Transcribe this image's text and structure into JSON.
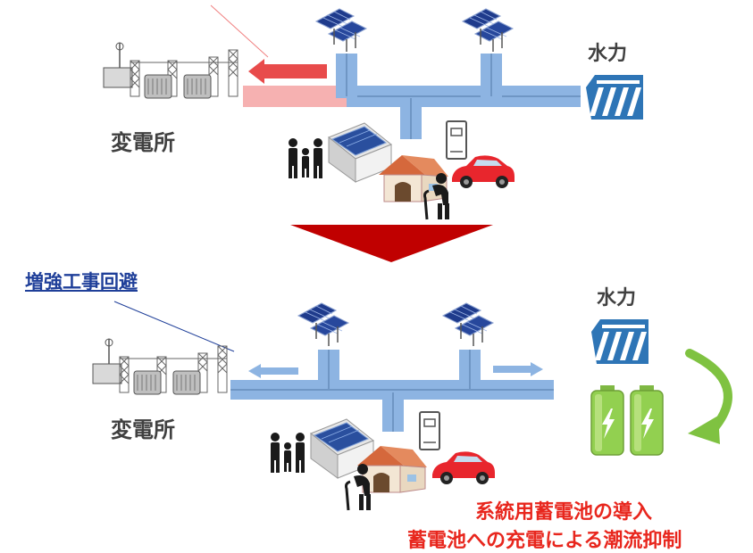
{
  "top": {
    "substation_label": "変電所",
    "hydro_label": "水力"
  },
  "bottom": {
    "callout": "増強工事回避",
    "substation_label": "変電所",
    "hydro_label": "水力",
    "note_line1": "系統用蓄電池の導入",
    "note_line2": "蓄電池への充電による潮流抑制"
  },
  "colors": {
    "grid_line": "#8db4e2",
    "grid_line_dark": "#6f96c4",
    "reverse_flow": "#f08080",
    "reverse_arrow": "#e84b4b",
    "transition_arrow": "#c00000",
    "hydro_icon": "#2e75b6",
    "battery": "#92d050",
    "cycle_arrow": "#7fc241",
    "callout_text": "#1f3f99",
    "note_text": "#e8261d"
  }
}
